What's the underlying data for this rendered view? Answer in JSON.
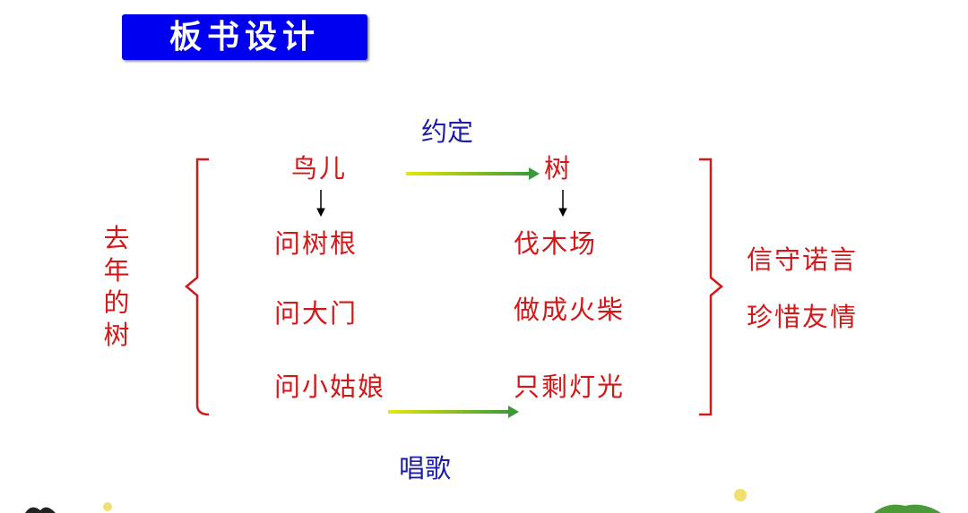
{
  "title": "板书设计",
  "top_label": "约定",
  "bottom_label": "唱歌",
  "side_title": "去年的树",
  "left_column": [
    "鸟儿",
    "问树根",
    "问大门",
    "问小姑娘"
  ],
  "right_column": [
    "树",
    "伐木场",
    "做成火柴",
    "只剩灯光"
  ],
  "conclusion": [
    "信守诺言",
    "珍惜友情"
  ],
  "colors": {
    "red": "#d21818",
    "blue": "#1c1ca8",
    "title_bg": "#0000f0"
  }
}
